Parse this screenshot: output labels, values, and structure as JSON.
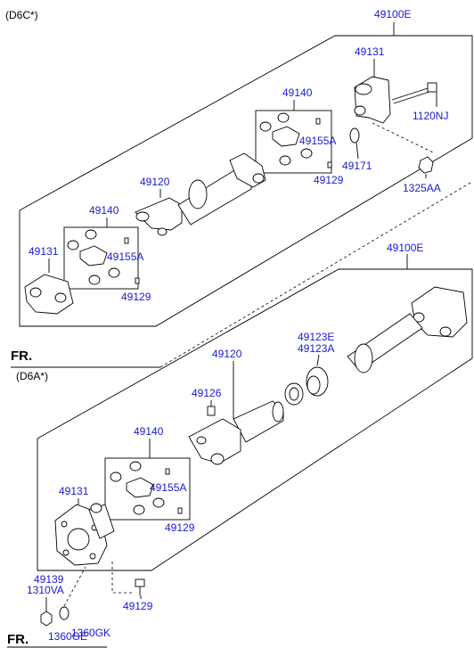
{
  "sections": {
    "d6c": "(D6C*)",
    "d6a": "(D6A*)"
  },
  "fr_label": "FR.",
  "top": {
    "assembly": "49100E",
    "yoke_right": "49131",
    "bolt": "1120NJ",
    "ring": "49171",
    "nut": "1325AA",
    "joint_kit_right": "49140",
    "bearing_right": "49155A",
    "fitting_right": "49129",
    "shaft": "49120",
    "joint_kit_left": "49140",
    "bearing_left": "49155A",
    "fitting_left": "49129",
    "yoke_left": "49131"
  },
  "bottom": {
    "assembly": "49100E",
    "bearing_a": "49123E",
    "bearing_b": "49123A",
    "shaft": "49120",
    "grease_fitting": "49126",
    "joint_kit": "49140",
    "bearing": "49155A",
    "fitting": "49129",
    "flange_yoke": "49131",
    "bolt_label_a": "49139",
    "bolt_label_b": "1310VA",
    "nut_a": "1360GE",
    "nut_b": "1360GK",
    "bolt": "49129"
  }
}
